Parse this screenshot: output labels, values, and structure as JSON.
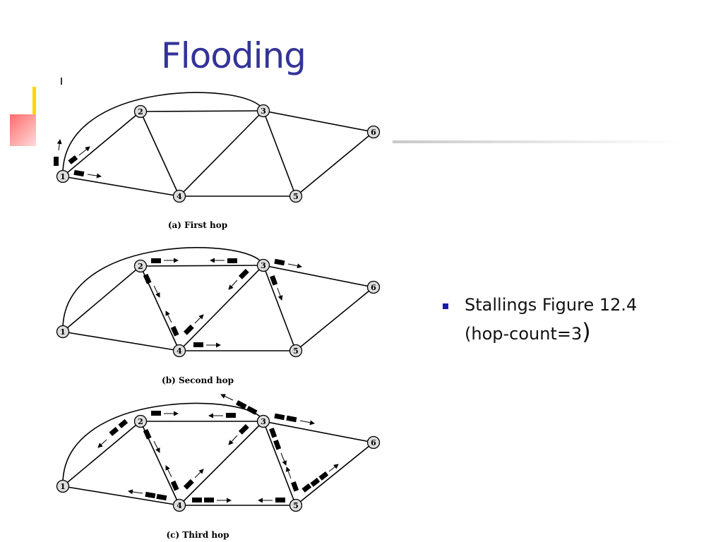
{
  "slide": {
    "title": "Flooding",
    "bullet_text": "Stallings Figure 12.4 (hop-count=3",
    "bullet_paren": ")"
  },
  "diagram": {
    "nodes": [
      "1",
      "2",
      "3",
      "4",
      "5",
      "6"
    ],
    "captions": [
      "(a) First hop",
      "(b) Second hop",
      "(c) Third hop"
    ]
  },
  "colors": {
    "title": "#333399",
    "bullet": "#1a1ab0"
  }
}
